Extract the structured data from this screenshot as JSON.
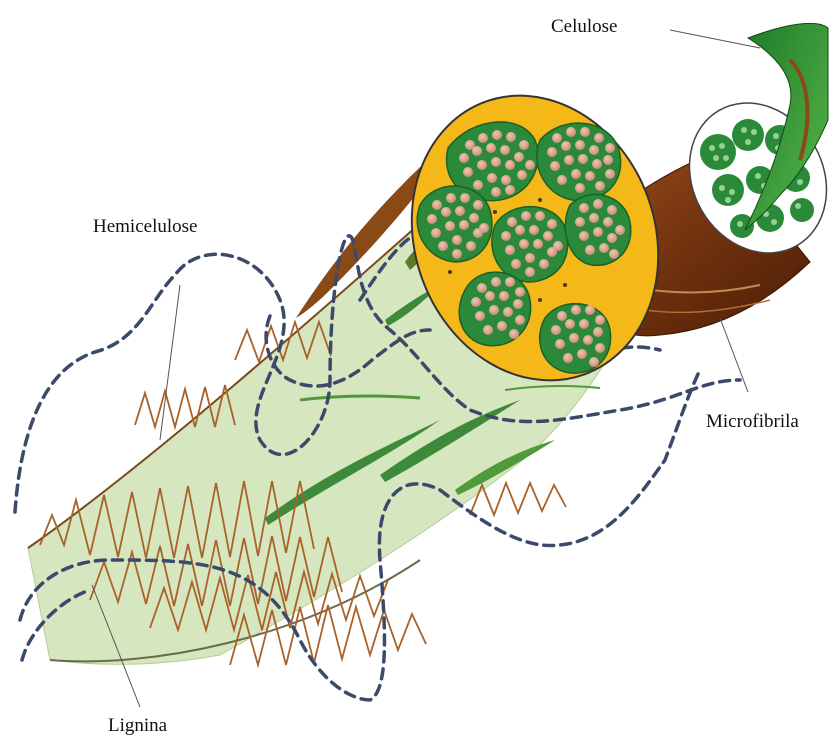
{
  "labels": {
    "celulose": "Celulose",
    "hemicelulose": "Hemicelulose",
    "microfibrila": "Microfibrila",
    "lignina": "Lignina"
  },
  "colors": {
    "matrix_fill": "#d6e6be",
    "hemicellulose": "#a8622a",
    "lignin": "#3b4a6a",
    "bundle_green": "#2a8a3a",
    "bundle_yellow": "#f5b819",
    "microfibril_brown": "#7a3a12",
    "fiber_dot": "#cf9a86"
  }
}
